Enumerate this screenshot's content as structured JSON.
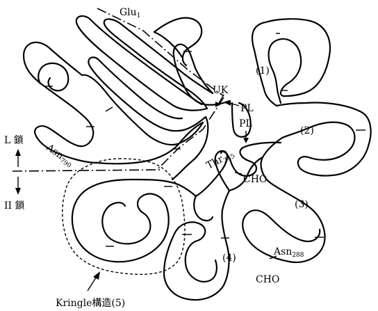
{
  "labels": {
    "glu": "Glu",
    "glu_sub": "1",
    "uk": "UK",
    "pl_upper": "PL",
    "pl_lower": "PL",
    "kringle1": "(1)",
    "kringle2": "(2)",
    "kringle3": "(3)",
    "kringle4": "(4)",
    "thr": "Thr",
    "thr_sub": "345",
    "cho_upper": "CHO",
    "asn790": "Asn",
    "asn790_sub": "790",
    "asn288": "Asn",
    "asn288_sub": "288",
    "cho_lower": "CHO",
    "l_chain": "L 鎖",
    "h_chain": "II 鎖",
    "kringle_structure": "Kringle構造(5)"
  }
}
